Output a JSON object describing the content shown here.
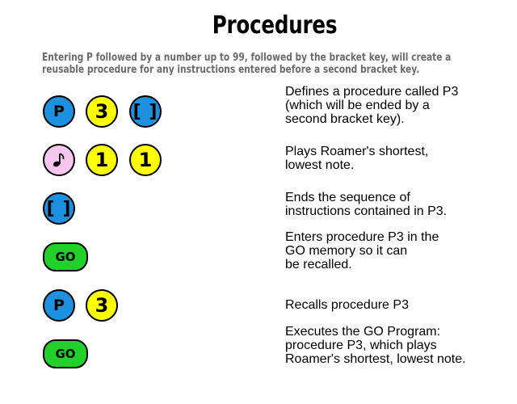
{
  "title": "Procedures",
  "intro": "Entering P followed by a number up to 99, followed by the bracket key, will create a reusable procedure for any instructions entered before a second bracket key.",
  "rows": [
    {
      "keys": [
        "P",
        "3",
        "[ ]"
      ],
      "description": "Defines a procedure called P3\n(which will be ended by a\nsecond bracket key)."
    },
    {
      "keys": [
        "note-icon",
        "1",
        "1"
      ],
      "description": "Plays Roamer's shortest,\nlowest note."
    },
    {
      "keys": [
        "[ ]"
      ],
      "description": "Ends the sequence of\ninstructions contained in P3."
    },
    {
      "keys": [
        "GO"
      ],
      "description": "Enters procedure P3 in the\nGO memory so it can\nbe recalled."
    },
    {
      "keys": [
        "P",
        "3"
      ],
      "description": "Recalls procedure P3"
    },
    {
      "keys": [
        "GO"
      ],
      "description": "Executes the GO Program:\nprocedure P3, which plays\nRoamer's shortest, lowest note."
    }
  ],
  "colors": {
    "blue_key": "#1e90e0",
    "yellow_key": "#ffff00",
    "pink_key": "#f6c6ee",
    "go_key": "#22d02a",
    "intro_text": "#6b6b6b"
  }
}
